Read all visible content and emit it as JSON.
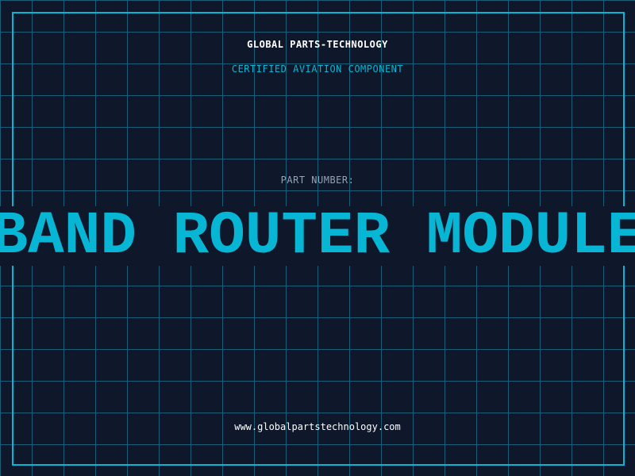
{
  "header": {
    "company": "GLOBAL PARTS-TECHNOLOGY",
    "tagline": "CERTIFIED AVIATION COMPONENT"
  },
  "part": {
    "label": "PART NUMBER:",
    "name": "BAND ROUTER MODULE"
  },
  "footer": {
    "url": "www.globalpartstechnology.com"
  },
  "colors": {
    "background": "#0f172a",
    "grid": "#155e75",
    "accent": "#06b6d4",
    "label": "#94a3b8"
  }
}
